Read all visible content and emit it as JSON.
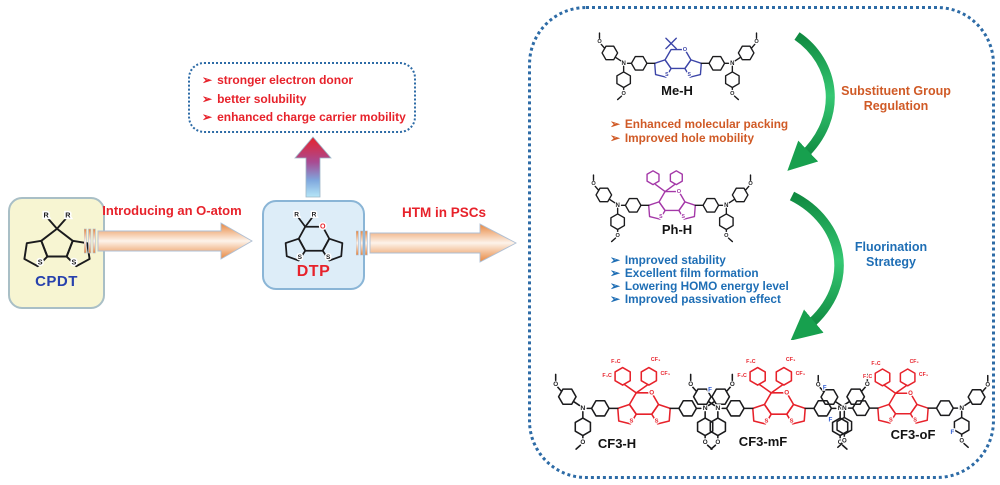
{
  "flow": {
    "intro_arrow_label": "Introducing an O-atom",
    "htm_arrow_label": "HTM in PSCs",
    "benefits": [
      "stronger electron donor",
      "better solubility",
      "enhanced charge carrier mobility"
    ],
    "bullet_glyph": "➢"
  },
  "captions": {
    "substituent": {
      "line1": "Substituent Group",
      "line2": "Regulation"
    },
    "fluorination": {
      "line1": "Fluorination",
      "line2": "Strategy"
    }
  },
  "points": {
    "orange": [
      "Enhanced molecular packing",
      "Improved hole mobility"
    ],
    "blue": [
      "Improved stability",
      "Excellent film formation",
      "Lowering HOMO energy level",
      "Improved passivation effect"
    ]
  },
  "molecules": {
    "cpdt": {
      "label": "CPDT"
    },
    "dtp": {
      "label": "DTP"
    },
    "me_h": {
      "label": "Me-H",
      "core_color": "#3c45a8",
      "top": "me",
      "f": "none"
    },
    "ph_h": {
      "label": "Ph-H",
      "core_color": "#a438a8",
      "top": "ph",
      "f": "none"
    },
    "cf3_h": {
      "label": "CF3-H",
      "core_color": "#e7222b",
      "top": "cf3",
      "f": "none"
    },
    "cf3_mf": {
      "label": "CF3-mF",
      "core_color": "#e7222b",
      "top": "cf3",
      "f": "meta"
    },
    "cf3_of": {
      "label": "CF3-oF",
      "core_color": "#e7222b",
      "top": "cf3",
      "f": "ortho"
    },
    "atom_labels": {
      "o": "O",
      "s": "S",
      "n": "N",
      "r": "R",
      "f": "F",
      "f3c": "F₃C",
      "cf3": "CF₃"
    }
  },
  "colors": {
    "red": "#e7222b",
    "orange_text": "#d05a26",
    "blue_text": "#1e6eb5",
    "green_arrow": "#17a04e",
    "dotted_border": "#2d6ba6",
    "fluorine_blue": "#2b59d0",
    "black_structure": "#1b1b1d",
    "cpdt_box_bg": "#f7f5d2",
    "dtp_box_bg": "#ddedf8",
    "cpdt_label_blue": "#2741ad"
  }
}
